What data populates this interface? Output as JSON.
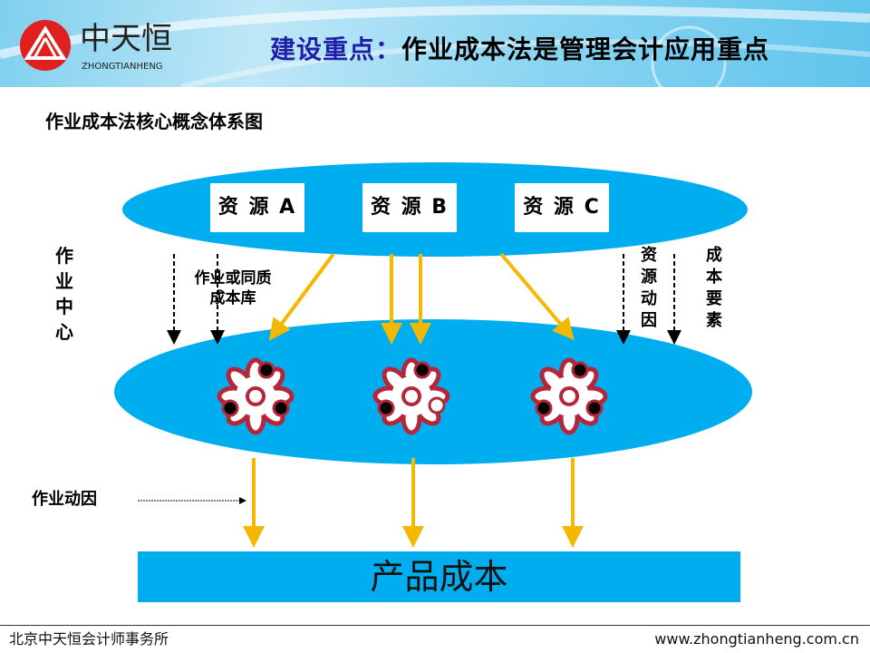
{
  "header": {
    "logo_text": "中天恒",
    "logo_sub": "ZHONGTIANHENG",
    "title_highlight": "建设重点：",
    "title_rest": "作业成本法是管理会计应用重点"
  },
  "subtitle": "作业成本法核心概念体系图",
  "resources": [
    "资 源 A",
    "资 源 B",
    "资 源 C"
  ],
  "labels": {
    "activity_center": "作业中心",
    "cost_pool_line1": "作业或同质",
    "cost_pool_line2": "成本库",
    "resource_driver": "资源动因",
    "cost_element": "成本要素",
    "activity_driver": "作业动因"
  },
  "product": "产品成本",
  "footer": {
    "left": "北京中天恒会计师事务所",
    "right": "www.zhongtianheng.com.cn"
  },
  "colors": {
    "ellipse": "#00aeef",
    "arrow": "#f5b800",
    "flower_border": "#b5263a"
  }
}
